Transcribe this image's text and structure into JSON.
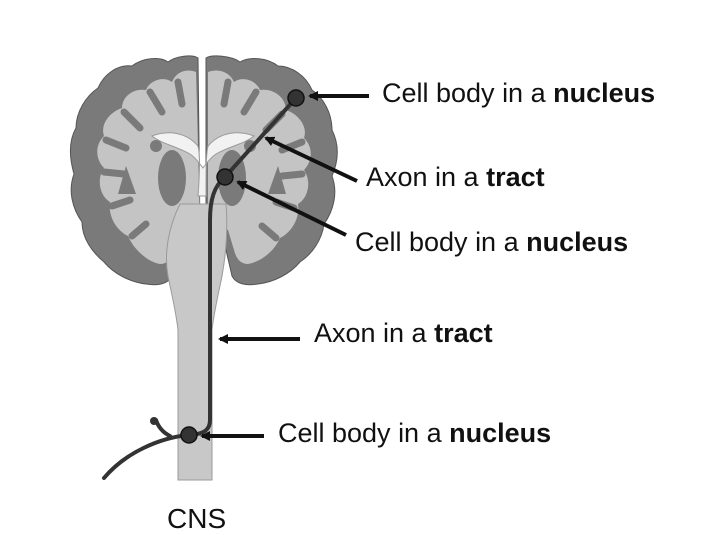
{
  "labels": [
    {
      "prefix": "Cell body in a ",
      "bold": "nucleus"
    },
    {
      "prefix": "Axon in a ",
      "bold": "tract"
    },
    {
      "prefix": "Cell body in a ",
      "bold": "nucleus"
    },
    {
      "prefix": "Axon in a ",
      "bold": "tract"
    },
    {
      "prefix": "Cell body in a ",
      "bold": "nucleus"
    }
  ],
  "footer": {
    "cns": "CNS"
  },
  "colors": {
    "gray_matter": "#7a7a7a",
    "white_matter": "#c4c4c4",
    "ventricle": "#f2f2f2",
    "neuron": "#333333",
    "arrow": "#111111"
  }
}
